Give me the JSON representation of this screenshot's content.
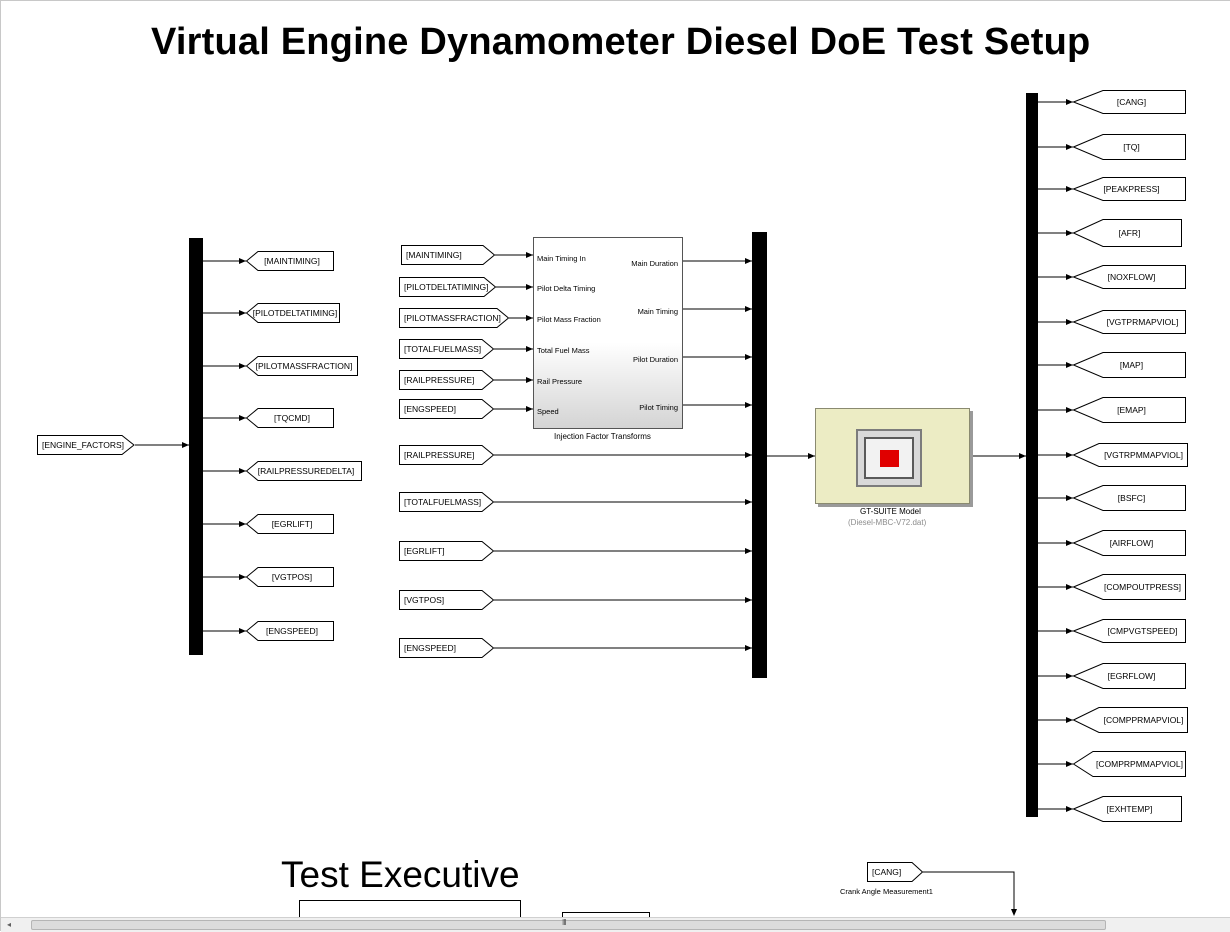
{
  "title": "Virtual Engine Dynamometer Diesel DoE Test Setup",
  "section_title": "Test Executive",
  "engine_factors_tag": "[ENGINE_FACTORS]",
  "left_goto_tags": [
    "[MAINTIMING]",
    "[PILOTDELTATIMING]",
    "[PILOTMASSFRACTION]",
    "[TQCMD]",
    "[RAILPRESSUREDELTA]",
    "[EGRLIFT]",
    "[VGTPOS]",
    "[ENGSPEED]"
  ],
  "mid_from_tags": [
    "[MAINTIMING]",
    "[PILOTDELTATIMING]",
    "[PILOTMASSFRACTION]",
    "[TOTALFUELMASS]",
    "[RAILPRESSURE]",
    "[ENGSPEED]",
    "[RAILPRESSURE]",
    "[TOTALFUELMASS]",
    "[EGRLIFT]",
    "[VGTPOS]",
    "[ENGSPEED]"
  ],
  "injection_block": {
    "caption": "Injection Factor Transforms",
    "inputs": [
      "Main Timing In",
      "Pilot Delta Timing",
      "Pilot Mass Fraction",
      "Total Fuel Mass",
      "Rail Pressure",
      "Speed"
    ],
    "outputs": [
      "Main Duration",
      "Main Timing",
      "Pilot Duration",
      "Pilot Timing"
    ]
  },
  "gt_block": {
    "name": "GT-SUITE Model",
    "file": "(Diesel-MBC-V72.dat)",
    "icon": "gt-suite-icon"
  },
  "right_goto_tags": [
    "[CANG]",
    "[TQ]",
    "[PEAKPRESS]",
    "[AFR]",
    "[NOXFLOW]",
    "[VGTPRMAPVIOL]",
    "[MAP]",
    "[EMAP]",
    "[VGTRPMMAPVIOL]",
    "[BSFC]",
    "[AIRFLOW]",
    "[COMPOUTPRESS]",
    "[CMPVGTSPEED]",
    "[EGRFLOW]",
    "[COMPPRMAPVIOL]",
    "[COMPRPMMAPVIOL]",
    "[EXHTEMP]"
  ],
  "crank_from_tag": "[CANG]",
  "crank_caption": "Crank Angle Measurement1",
  "scrollbar": {
    "grip": "III",
    "left_arrow": "◂"
  }
}
